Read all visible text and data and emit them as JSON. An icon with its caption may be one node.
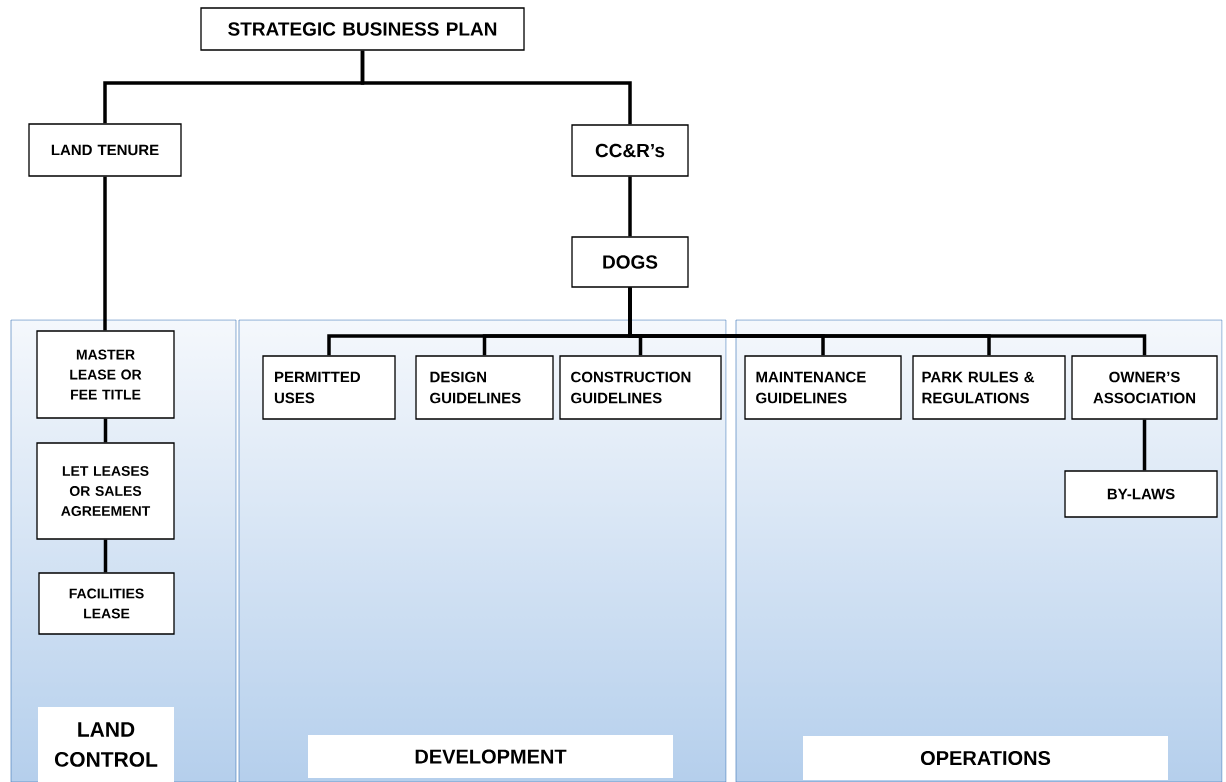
{
  "diagram": {
    "nodes": [
      {
        "text": [
          "STRATEGIC BUSINESS PLAN"
        ]
      },
      {
        "text": [
          "LAND TENURE"
        ]
      },
      {
        "text": [
          "CC&R’s"
        ]
      },
      {
        "text": [
          "DOGS"
        ]
      },
      {
        "text": [
          "LAND CONTROL"
        ]
      },
      {
        "text": [
          "MASTER LEASE OR FEE TITLE"
        ],
        "in": 4
      },
      {
        "text": [
          "LET LEASES OR SALES AGREEMENT"
        ],
        "in": 4
      },
      {
        "text": [
          "FACILITIES LEASE"
        ],
        "in": 4
      },
      {
        "text": [
          "DEVELOPMENT"
        ]
      },
      {
        "text": [
          "PERMITTED USES"
        ],
        "in": 8
      },
      {
        "text": [
          "DESIGN GUIDELINES"
        ],
        "in": 8
      },
      {
        "text": [
          "CONSTRUCTION GUIDELINES"
        ],
        "in": 8
      },
      {
        "text": [
          "OPERATIONS"
        ]
      },
      {
        "text": [
          "MAINTENANCE GUIDELINES"
        ],
        "in": 12
      },
      {
        "text": [
          "PARK RULES & REGULATIONS"
        ],
        "in": 12
      },
      {
        "text": [
          "OWNER’S ASSOCIATION"
        ],
        "in": 12
      },
      {
        "text": [
          "BY-LAWS"
        ],
        "in": 12
      }
    ],
    "edges": [
      {
        "from": 0,
        "to": 1,
        "arrow": "none"
      },
      {
        "from": 0,
        "to": 2,
        "arrow": "none"
      },
      {
        "from": 2,
        "to": 3,
        "arrow": "none"
      },
      {
        "from": 1,
        "to": 5,
        "arrow": "none"
      },
      {
        "from": 5,
        "to": 6,
        "arrow": "none"
      },
      {
        "from": 6,
        "to": 7,
        "arrow": "none"
      },
      {
        "from": 3,
        "to": 9,
        "arrow": "none"
      },
      {
        "from": 3,
        "to": 10,
        "arrow": "none"
      },
      {
        "from": 3,
        "to": 11,
        "arrow": "none"
      },
      {
        "from": 3,
        "to": 13,
        "arrow": "none"
      },
      {
        "from": 3,
        "to": 14,
        "arrow": "none"
      },
      {
        "from": 3,
        "to": 15,
        "arrow": "none"
      },
      {
        "from": 15,
        "to": 16,
        "arrow": "none"
      }
    ]
  }
}
